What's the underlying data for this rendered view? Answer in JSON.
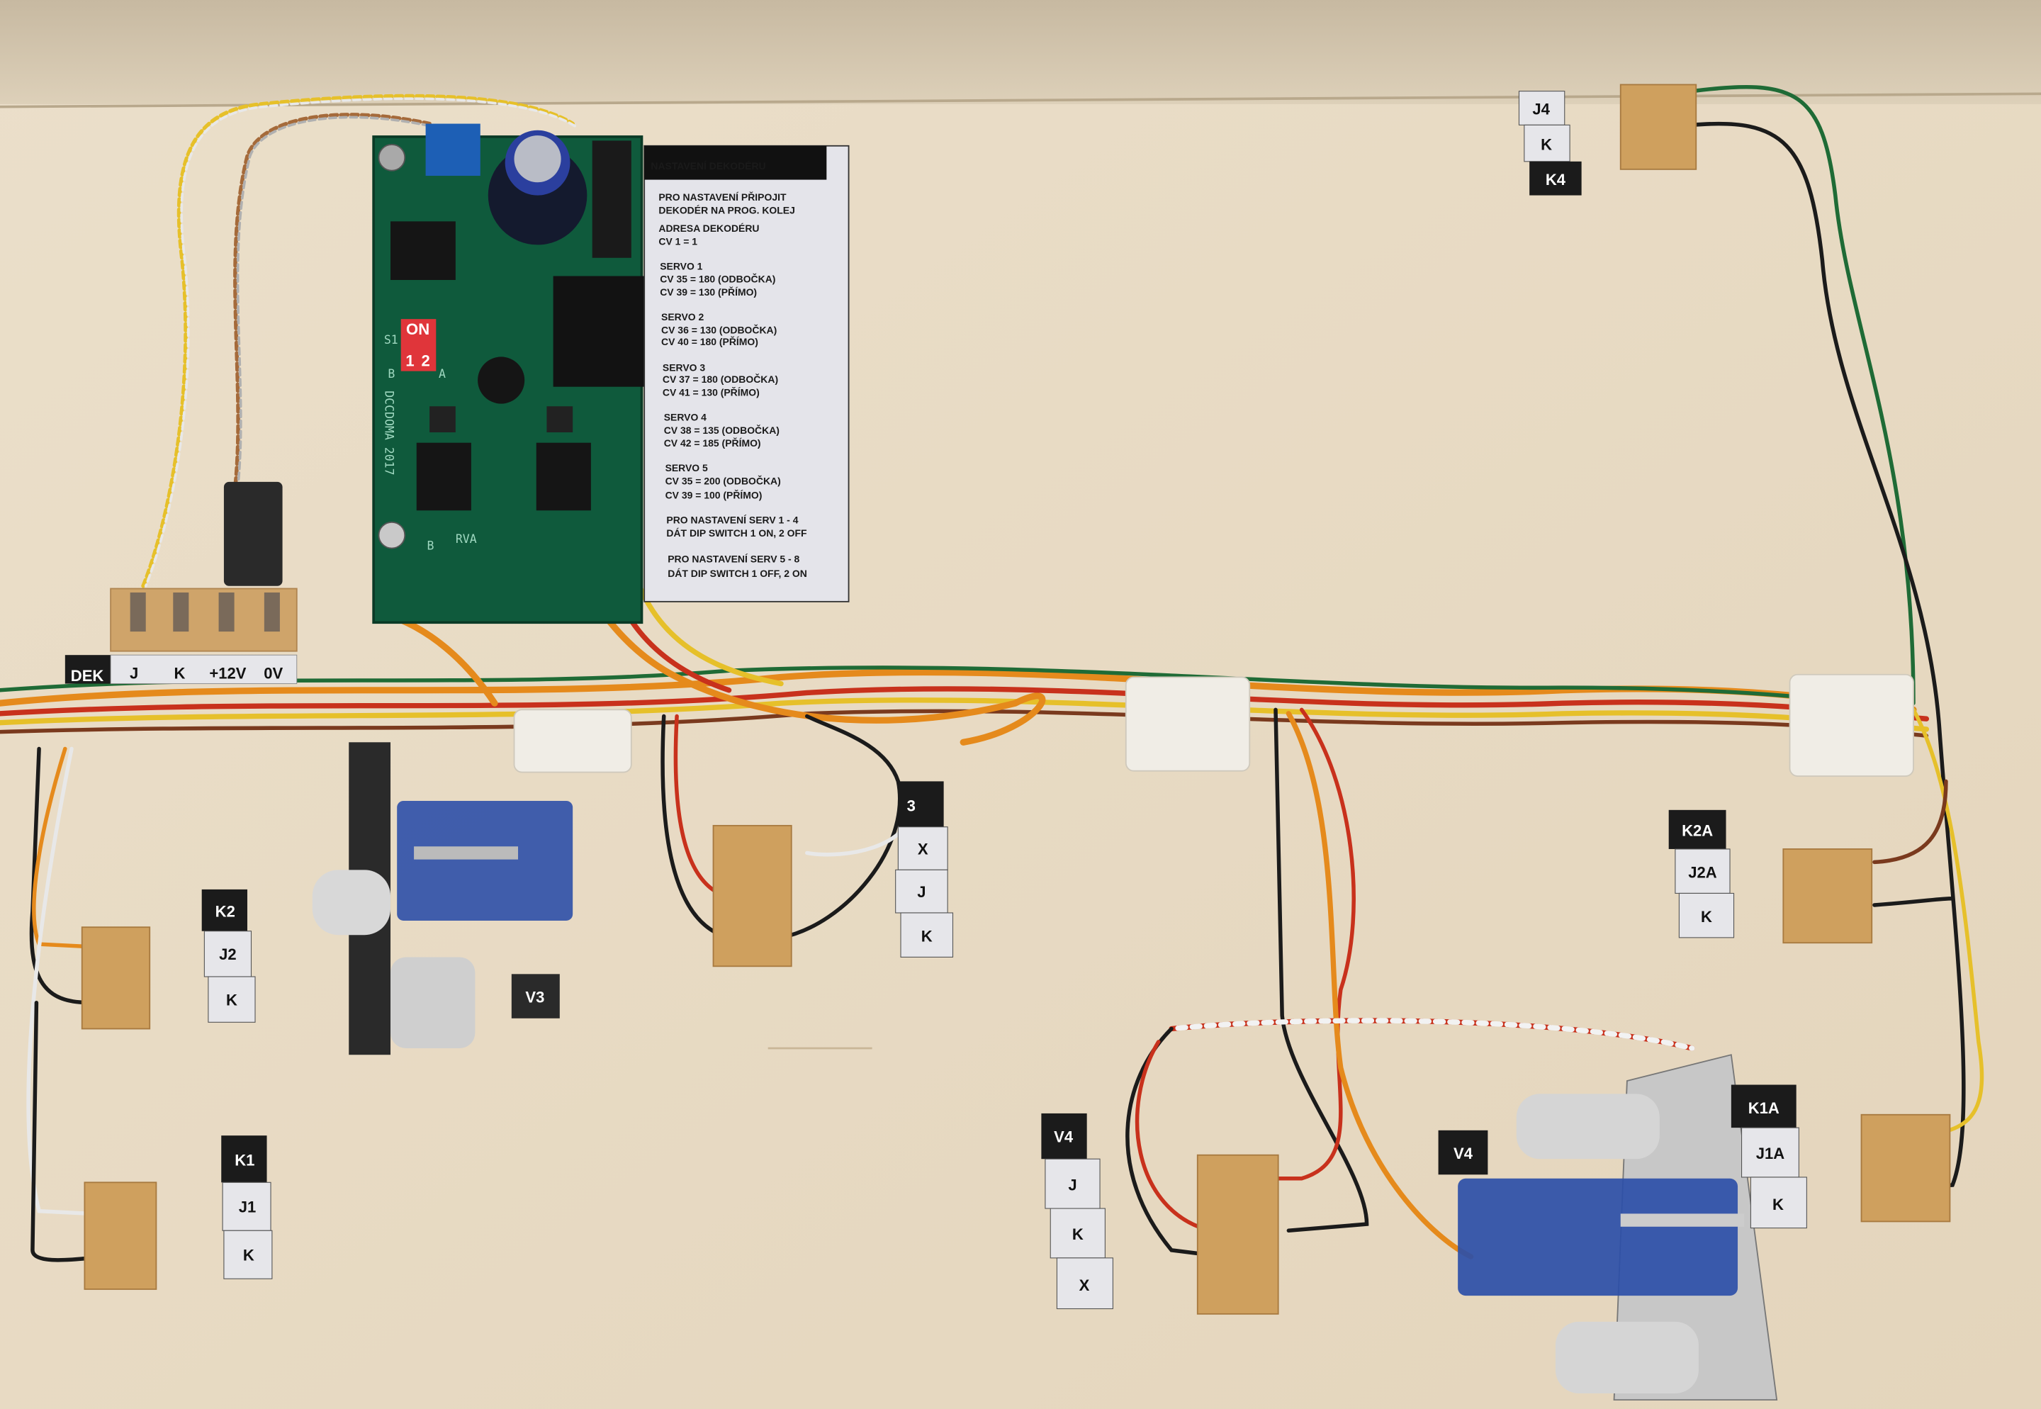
{
  "scene": "wiring-board-photo",
  "colors": {
    "wood": "#e9dcc6",
    "wall": "#cfc3ac",
    "pcb": "#0f5a3c",
    "label_white": "#e6e6ea",
    "label_black": "#1b1b1b",
    "wire_orange": "#e58a1c",
    "wire_red": "#c8311c",
    "wire_yellow": "#e6c02a",
    "wire_green": "#1f6b36",
    "wire_black": "#1b1b1b",
    "wire_brown": "#7a3a1e"
  },
  "pcb": {
    "maker": "DCCDOMA 2017",
    "dip_on": "ON",
    "dip_1": "1",
    "dip_2": "2",
    "logo": "B",
    "marking": "RVA",
    "s1": "S1",
    "b": "B",
    "a": "A"
  },
  "card": {
    "title": "NASTAVENÍ DEKODÉRU",
    "lines": [
      "PRO NASTAVENÍ PŘIPOJIT",
      "DEKODÉR NA PROG. KOLEJ",
      "ADRESA DEKODÉRU",
      "CV 1 = 1",
      "SERVO 1",
      "CV 35 = 180 (ODBOČKA)",
      "CV 39 = 130 (PŘÍMO)",
      "SERVO 2",
      "CV 36 = 130 (ODBOČKA)",
      "CV 40 = 180 (PŘÍMO)",
      "SERVO 3",
      "CV 37 = 180 (ODBOČKA)",
      "CV 41 = 130 (PŘÍMO)",
      "SERVO 4",
      "CV 38 = 135 (ODBOČKA)",
      "CV 42 = 185 (PŘÍMO)",
      "SERVO 5",
      "CV 35 = 200 (ODBOČKA)",
      "CV 39 = 100 (PŘÍMO)",
      "PRO NASTAVENÍ SERV 1 - 4",
      "DÁT DIP SWITCH 1 ON, 2 OFF",
      "PRO NASTAVENÍ SERV 5 - 8",
      "DÁT DIP SWITCH 1 OFF, 2 ON"
    ]
  },
  "power_labels": [
    "DEK",
    "J",
    "K",
    "+12V",
    "0V"
  ],
  "labels": {
    "j4": [
      "J4",
      "K",
      "K4"
    ],
    "k2": [
      "K2",
      "J2",
      "K"
    ],
    "k1": [
      "K1",
      "J1",
      "K"
    ],
    "v3": "V3",
    "s3": [
      "3",
      "X",
      "J",
      "K"
    ],
    "k2a": [
      "K2A",
      "J2A",
      "K"
    ],
    "v4_stack": [
      "V4",
      "J",
      "K",
      "X"
    ],
    "v4": "V4",
    "k1a": [
      "K1A",
      "J1A",
      "K"
    ]
  }
}
